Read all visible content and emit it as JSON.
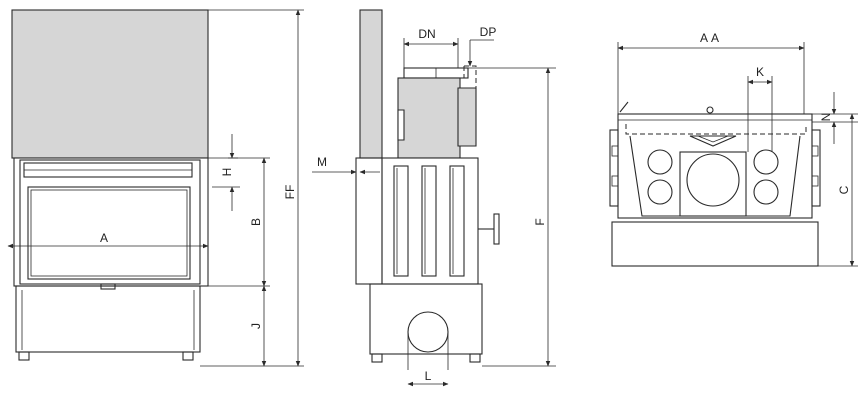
{
  "dimensions": {
    "A": "A",
    "B": "B",
    "H": "H",
    "J": "J",
    "FF": "FF",
    "M": "M",
    "DN": "DN",
    "DP": "DP",
    "F": "F",
    "L": "L",
    "AA": "AA",
    "K": "K",
    "N": "N",
    "C": "C"
  },
  "colors": {
    "line": "#2a2a2a",
    "body_fill": "#d6d6d6",
    "background": "#ffffff"
  }
}
